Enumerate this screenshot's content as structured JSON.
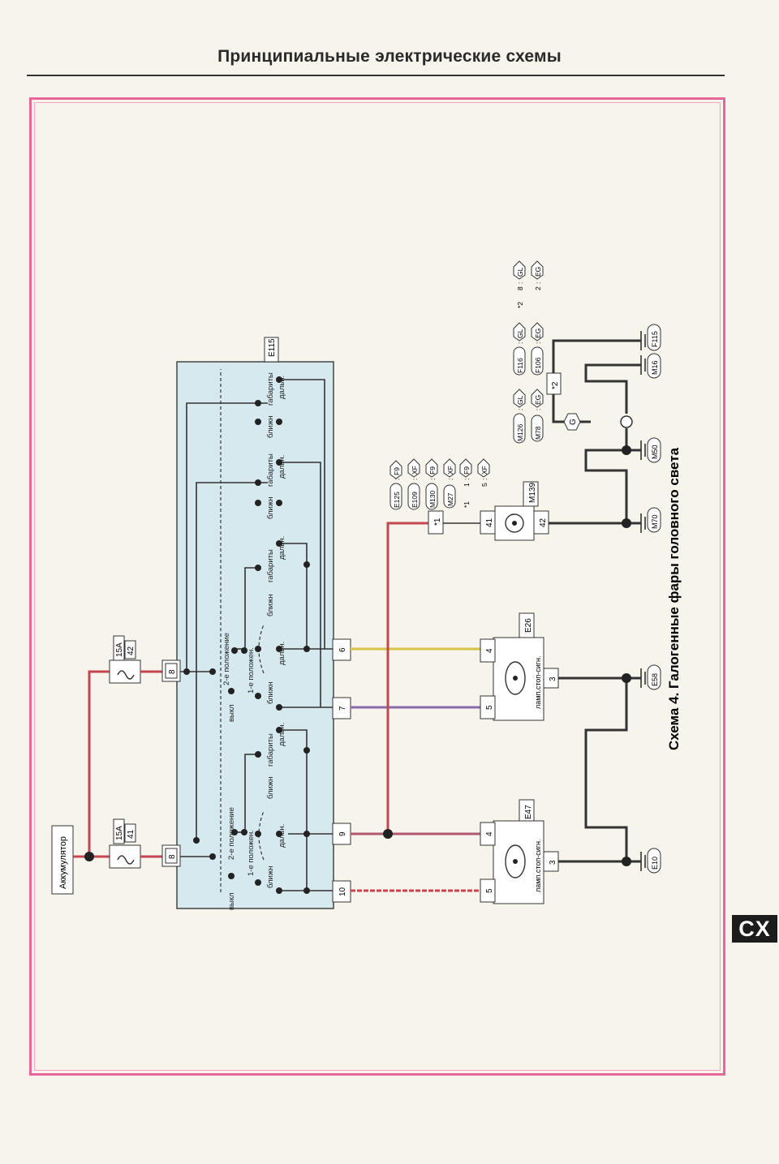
{
  "page": {
    "header_title": "Принципиальные электрические схемы",
    "section_tab": "CX"
  },
  "diagram": {
    "caption": "Схема 4. Галогенные фары головного света",
    "battery_label": "Аккумулятор",
    "fuses": [
      {
        "rating": "15A",
        "number": "41"
      },
      {
        "rating": "15A",
        "number": "42"
      }
    ],
    "switch_id": "E115",
    "pins": {
      "in_left": "8",
      "in_right": "8",
      "out": [
        "10",
        "9",
        "7",
        "6"
      ]
    },
    "switch_labels": {
      "off": "выкл",
      "pos1": "1-е положен.",
      "pos2": "2-е положение",
      "blizhn": "ближн",
      "gabarity": "габариты",
      "dalsn": "дальн."
    },
    "lamps": [
      {
        "id": "E47",
        "label": "ламп.стоп-сигн.",
        "pins": [
          "4",
          "5",
          "3"
        ]
      },
      {
        "id": "E26",
        "label": "ламп.стоп-сигн.",
        "pins": [
          "4",
          "5",
          "3"
        ]
      }
    ],
    "indicator": {
      "id": "M139",
      "pins": [
        "41",
        "42"
      ]
    },
    "star1_box": "*1",
    "star2_box": "*2",
    "g_label": "G",
    "grounds": [
      "E10",
      "E58",
      "M70",
      "M50",
      "M16",
      "F115"
    ],
    "legend_star1": [
      {
        "conn": "E125",
        "code": "F9"
      },
      {
        "conn": "E109",
        "code": "XF"
      },
      {
        "conn": "M130",
        "code": "F9"
      },
      {
        "conn": "M27",
        "code": "XF"
      }
    ],
    "legend_star1_tail": {
      "marker": "*1",
      "n1": "1",
      "c1": "F9",
      "n2": "5",
      "c2": "XF"
    },
    "legend_mid": [
      {
        "conn": "M126",
        "code": "GL"
      },
      {
        "conn": "M78",
        "code": "EG"
      }
    ],
    "legend_right": [
      {
        "conn": "F116",
        "code": "GL"
      },
      {
        "conn": "F106",
        "code": "EG"
      }
    ],
    "legend_star2_tail": {
      "marker": "*2",
      "n1": "8",
      "c1": "GL",
      "n2": "2",
      "c2": "EG"
    }
  },
  "colors": {
    "frame_pink": "#e7679a",
    "switch_fill": "#d6e9ee",
    "wire_red": "#c4474f",
    "wire_yellow": "#d7c24a",
    "wire_purple": "#8a6aa8",
    "ink": "#1a1a1a"
  }
}
